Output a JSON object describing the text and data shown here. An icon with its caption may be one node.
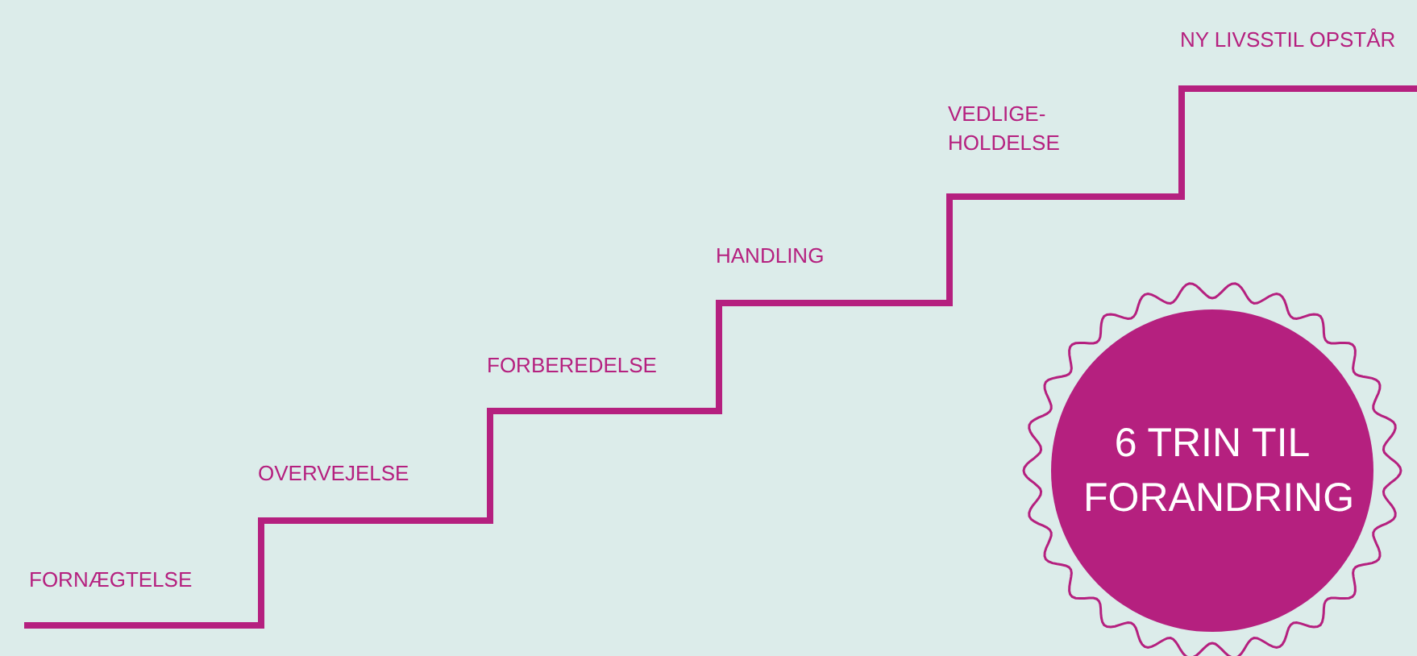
{
  "diagram": {
    "nodes": [
      {
        "text": [
          "6 TRIN TIL FORANDRING"
        ]
      }
    ],
    "labels": [
      "FORNÆGTELSE",
      "OVERVEJELSE",
      "FORBEREDELSE",
      "HANDLING",
      "VEDLIGE- HOLDELSE",
      "NY LIVSSTIL OPSTÅR"
    ]
  }
}
